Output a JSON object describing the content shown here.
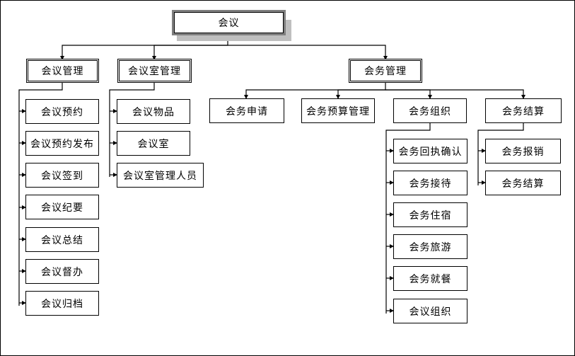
{
  "diagram": {
    "root": "会议",
    "branches": [
      {
        "label": "会议管理",
        "children": [
          "会议预约",
          "会议预约发布",
          "会议签到",
          "会议纪要",
          "会议总结",
          "会议督办",
          "会议归档"
        ]
      },
      {
        "label": "会议室管理",
        "children": [
          "会议物品",
          "会议室",
          "会议室管理人员"
        ]
      },
      {
        "label": "会务管理",
        "children": [
          {
            "label": "会务申请",
            "children": []
          },
          {
            "label": "会务预算管理",
            "children": []
          },
          {
            "label": "会务组织",
            "children": [
              "会务回执确认",
              "会务接待",
              "会务住宿",
              "会务旅游",
              "会务就餐",
              "会议组织"
            ]
          },
          {
            "label": "会务结算",
            "children": [
              "会务报销",
              "会务结算"
            ]
          }
        ]
      }
    ]
  },
  "colors": {
    "line": "#000000",
    "shadow": "#bfbfbf",
    "root_border": "#7f7f7f"
  }
}
